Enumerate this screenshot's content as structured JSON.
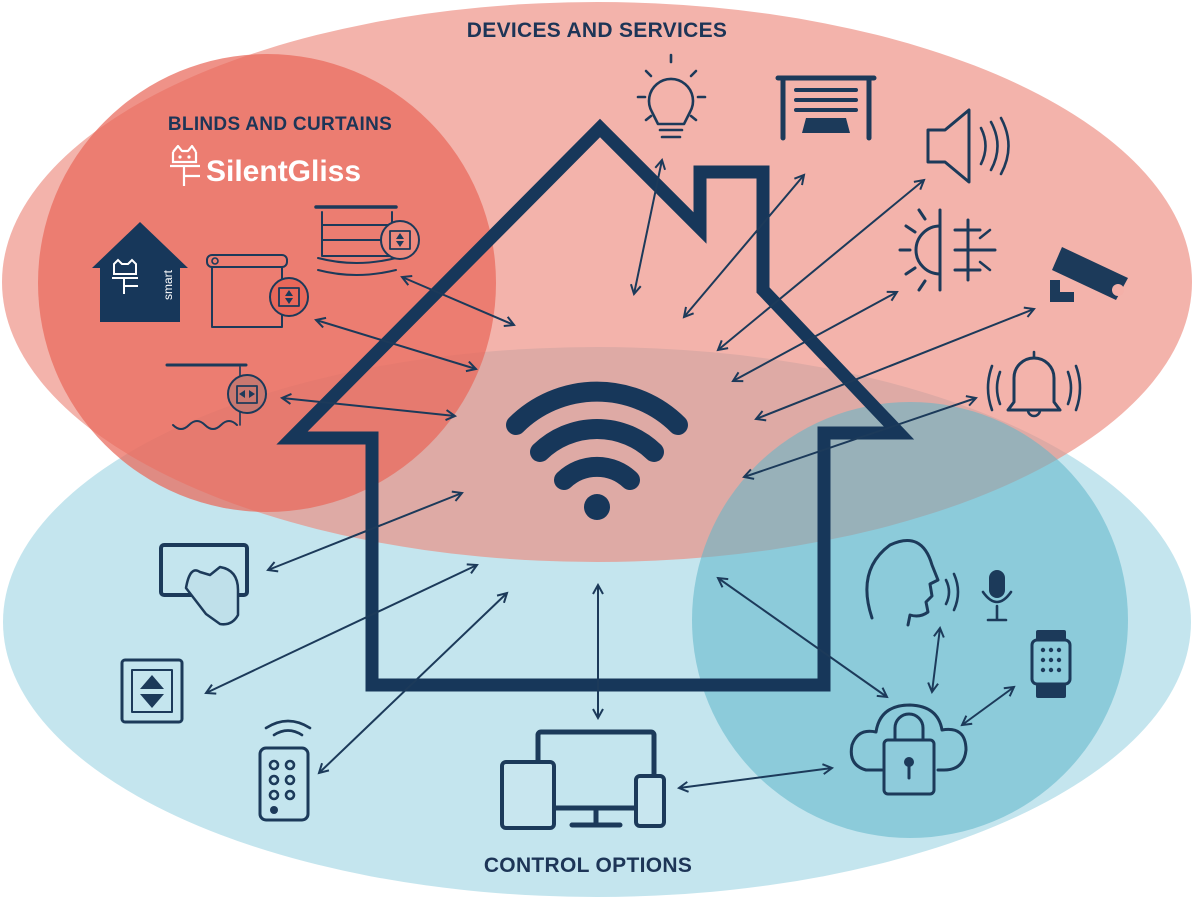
{
  "labels": {
    "devices": "DEVICES AND SERVICES",
    "blinds": "BLINDS AND CURTAINS",
    "control": "CONTROL OPTIONS"
  },
  "brand": {
    "name": "SilentGliss",
    "smart_badge": "smart"
  },
  "colors": {
    "devices_zone": "#ec8a7e",
    "blinds_zone": "#e9685a",
    "control_zone": "#9dd3e2",
    "voice_cloud_zone": "#5fb7cb",
    "ink": "#1c3a5a"
  },
  "icons": {
    "blinds": [
      "smart-home-icon",
      "roller-blind-icon",
      "roman-blind-icon",
      "curtain-track-icon"
    ],
    "devices": [
      "light-bulb-icon",
      "garage-door-icon",
      "speaker-icon",
      "heating-cooling-icon",
      "security-camera-icon",
      "alarm-bell-icon"
    ],
    "control": [
      "touch-panel-icon",
      "wall-switch-icon",
      "remote-control-icon",
      "computer-tablet-phone-icon",
      "voice-assistant-icon",
      "microphone-icon",
      "smartwatch-icon",
      "secure-cloud-icon"
    ],
    "hub": "wifi-icon"
  }
}
